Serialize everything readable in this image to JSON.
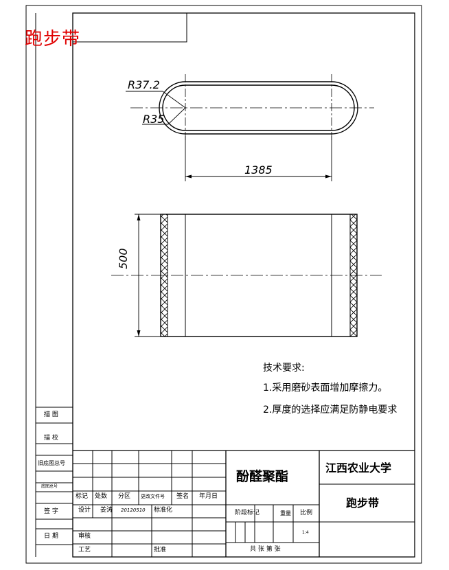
{
  "watermark": "跑步带",
  "dimensions": {
    "outer_radius": "R37.2",
    "inner_radius": "R35",
    "length": "1385",
    "width": "500"
  },
  "notes": {
    "heading": "技术要求:",
    "item1": "1.采用磨砂表面增加摩擦力。",
    "item2": "2.厚度的选择应满足防静电要求"
  },
  "left_strip": {
    "drawing": "描  图",
    "check": "描  校",
    "old_no": "旧底图总号",
    "base_no": "底图总号",
    "signature": "签  字",
    "date": "日  期"
  },
  "title_block": {
    "headers": [
      "标记",
      "处数",
      "分区",
      "更改文件号",
      "签名",
      "年月日"
    ],
    "design_label": "设计",
    "designer": "姜涛",
    "design_date": "20120510",
    "standard": "标准化",
    "review": "审核",
    "process": "工艺",
    "approve": "批准",
    "material": "酚醛聚酯",
    "stage_mark": "阶段标记",
    "weight": "重量",
    "scale": "比例",
    "scale_value": "1:4",
    "sheets": "共  张  第  张",
    "university": "江西农业大学",
    "part_name": "跑步带"
  }
}
